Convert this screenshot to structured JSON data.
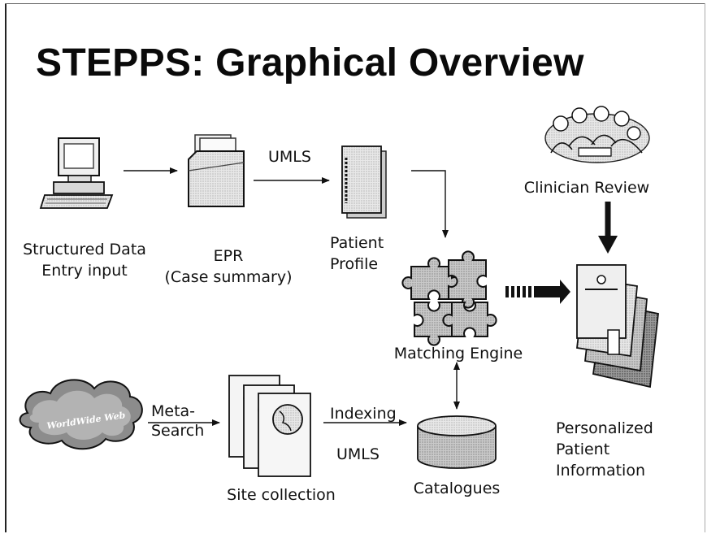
{
  "title": "STEPPS: Graphical Overview",
  "nodes": {
    "data_entry": {
      "line1": "Structured Data",
      "line2": "Entry  input"
    },
    "epr": {
      "line1": "EPR",
      "line2": "(Case summary)"
    },
    "patient_profile": {
      "line1": "Patient",
      "line2": "Profile"
    },
    "clinician_review": {
      "label": "Clinician Review"
    },
    "matching_engine": {
      "label": "Matching Engine"
    },
    "personalized_info": {
      "line1": "Personalized",
      "line2": "Patient",
      "line3": "Information"
    },
    "web": {
      "label": "WorldWide Web"
    },
    "site_collection": {
      "label": "Site collection"
    },
    "catalogues": {
      "label": "Catalogues"
    }
  },
  "edges": {
    "epr_to_profile": "UMLS",
    "web_to_sites_line1": "Meta-",
    "web_to_sites_line2": "Search",
    "sites_to_catalogues_top": "Indexing",
    "sites_to_catalogues_bottom": "UMLS"
  }
}
